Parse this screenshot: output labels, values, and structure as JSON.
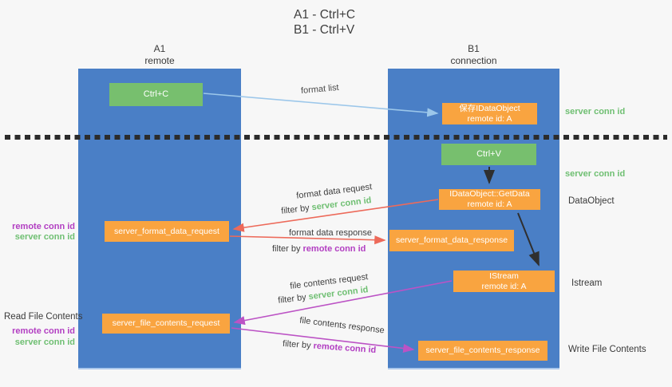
{
  "title": {
    "line1": "A1 - Ctrl+C",
    "line2": "B1 - Ctrl+V"
  },
  "lifelines": {
    "a": {
      "name": "A1",
      "role": "remote"
    },
    "b": {
      "name": "B1",
      "role": "connection"
    }
  },
  "nodes": {
    "ctrl_c": {
      "label": "Ctrl+C"
    },
    "ctrl_v": {
      "label": "Ctrl+V"
    },
    "save_dataobject": {
      "line1": "保存IDataObject",
      "line2": "remote id: A"
    },
    "getdata": {
      "line1": "IDataObject::GetData",
      "line2": "remote id: A"
    },
    "istream": {
      "line1": "IStream",
      "line2": "remote id: A"
    },
    "server_format_data_request": {
      "label": "server_format_data_request"
    },
    "server_format_data_response": {
      "label": "server_format_data_response"
    },
    "server_file_contents_request": {
      "label": "server_file_contents_request"
    },
    "server_file_contents_response": {
      "label": "server_file_contents_response"
    }
  },
  "messages": {
    "format_list": {
      "label": "format list"
    },
    "format_data_request": {
      "label": "format data request",
      "filter_prefix": "filter by ",
      "filter_key": "server conn id"
    },
    "format_data_response": {
      "label": "format data response",
      "filter_prefix": "filter by ",
      "filter_key": "remote conn id"
    },
    "file_contents_request": {
      "label": "file contents request",
      "filter_prefix": "filter by ",
      "filter_key": "server conn id"
    },
    "file_contents_response": {
      "label": "file contents response",
      "filter_prefix": "filter by ",
      "filter_key": "remote conn id"
    }
  },
  "annotations": {
    "right_server_conn_id_1": "server conn id",
    "right_server_conn_id_2": "server conn id",
    "dataobject": "DataObject",
    "istream": "Istream",
    "write_file_contents": "Write File Contents",
    "read_file_contents": "Read File Contents",
    "left_remote_conn_id_1": "remote conn id",
    "left_server_conn_id_1": "server conn id",
    "left_remote_conn_id_2": "remote conn id",
    "left_server_conn_id_2": "server conn id"
  },
  "colors": {
    "lifeline_blue": "#4a7fc6",
    "box_green": "#77bf6e",
    "box_orange": "#f9a440",
    "arrow_light_blue": "#9cc7ea",
    "arrow_red": "#ed6a5a",
    "arrow_purple": "#bc53c5",
    "arrow_black": "#2f2f2f",
    "text_green": "#6fbf72",
    "text_purple": "#b23ec2"
  }
}
